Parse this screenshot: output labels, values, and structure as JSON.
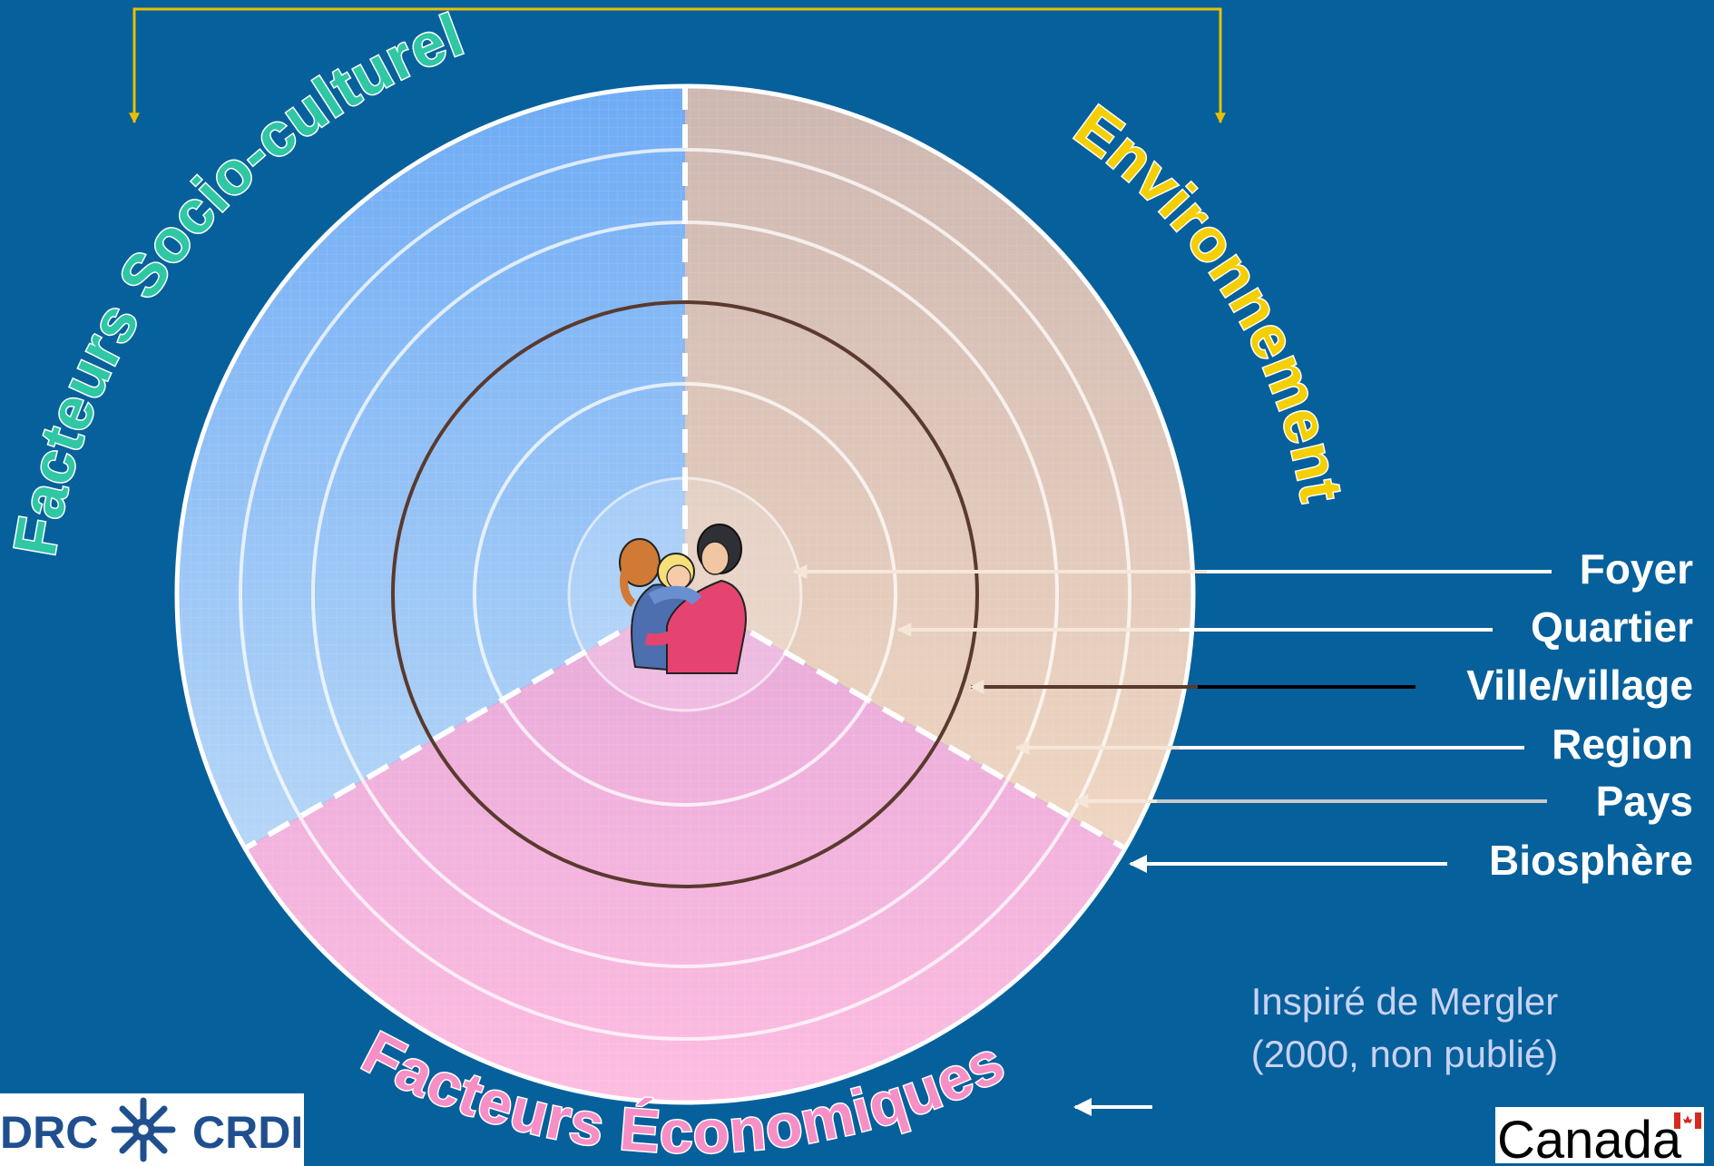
{
  "titles": {
    "socio": "Facteurs Socio-culturels",
    "environment": "Environnement",
    "economic": "Facteurs Économiques"
  },
  "levels": [
    "Foyer",
    "Quartier",
    "Ville/village",
    "Region",
    "Pays",
    "Biosphère"
  ],
  "credit": {
    "line1": "Inspiré de Mergler",
    "line2": "(2000,  non publié)"
  },
  "logos": {
    "left_a": "DRC",
    "left_b": "CRDI",
    "right": "Canada"
  },
  "icons": {
    "center": "family-icon",
    "idrc": "idrc-snowflake-icon",
    "flag": "canada-flag-icon"
  },
  "colors": {
    "background": "#06609b",
    "socio": "#8ec0f8",
    "environment": "#e0c6b0",
    "economic": "#f2b4dc",
    "socio_title": "#2fc7a4",
    "environment_title": "#f4cf05",
    "economic_title": "#f68fc6",
    "bracket": "#e8c000",
    "village_ring": "#5a3a2e"
  }
}
